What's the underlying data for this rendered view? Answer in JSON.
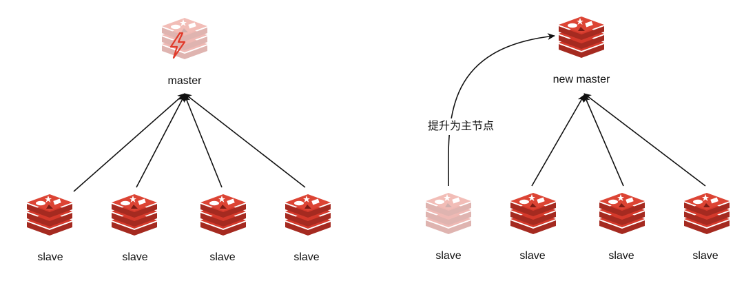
{
  "left": {
    "master_label": "master",
    "master_icon": "redis-icon",
    "failure_icon": "lightning-icon",
    "slave_labels": [
      "slave",
      "slave",
      "slave",
      "slave"
    ]
  },
  "right": {
    "master_label": "new master",
    "master_icon": "redis-icon",
    "promotion_label": "提升为主节点",
    "slave_labels": [
      "slave",
      "slave",
      "slave",
      "slave"
    ]
  },
  "colors": {
    "redis_red": "#d4392b",
    "redis_dark": "#a52a20",
    "bolt": "#e03a2a",
    "line": "#111111"
  }
}
